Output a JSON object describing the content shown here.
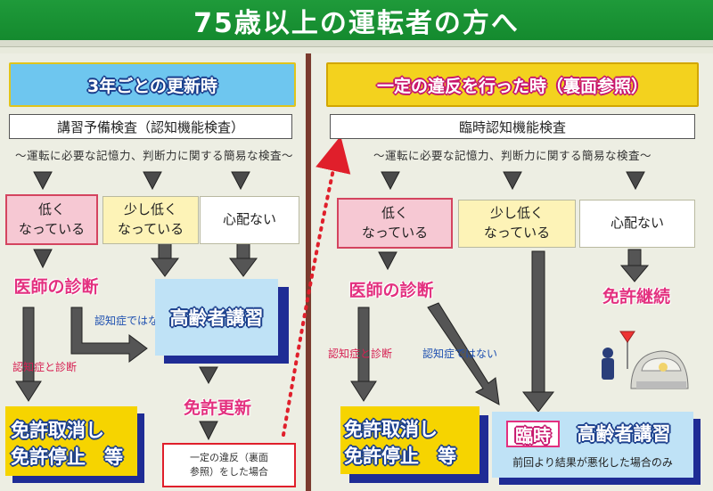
{
  "title": "75歳以上の運転者の方へ",
  "left": {
    "header": "3年ごとの更新時",
    "exam_label": "講習予備検査（認知機能検査）",
    "exam_desc": "〜運転に必要な記憶力、判断力に関する簡易な検査〜",
    "cat_low": "低く\nなっている",
    "cat_slight": "少し低く\nなっている",
    "cat_ok": "心配ない",
    "diagnosis": "医師の診断",
    "not_dementia": "認知症ではない",
    "dementia": "認知症と診断",
    "lecture": "高齢者講習",
    "renewal": "免許更新",
    "revoke_line1": "免許取消し",
    "revoke_line2": "免許停止　等",
    "violation_note": "一定の違反（裏面\n参照）をした場合"
  },
  "right": {
    "header": "一定の違反を行った時（裏面参照）",
    "exam_label": "臨時認知機能検査",
    "exam_desc": "〜運転に必要な記憶力、判断力に関する簡易な検査〜",
    "cat_low": "低く\nなっている",
    "cat_slight": "少し低く\nなっている",
    "cat_ok": "心配ない",
    "diagnosis": "医師の診断",
    "dementia": "認知症と診断",
    "not_dementia": "認知症ではない",
    "continue": "免許継続",
    "revoke_line1": "免許取消し",
    "revoke_line2": "免許停止　等",
    "temp_badge": "臨時",
    "lecture": "高齢者講習",
    "lecture_note": "前回より結果が悪化した場合のみ"
  },
  "colors": {
    "banner_green": "#1a9436",
    "header_blue": "#6ec6ef",
    "header_yellow": "#f3d21e",
    "lecture_blue": "#bfe2f6",
    "magenta": "#e3307f",
    "navy": "#1f2c95",
    "red_dots": "#e01f2b"
  }
}
